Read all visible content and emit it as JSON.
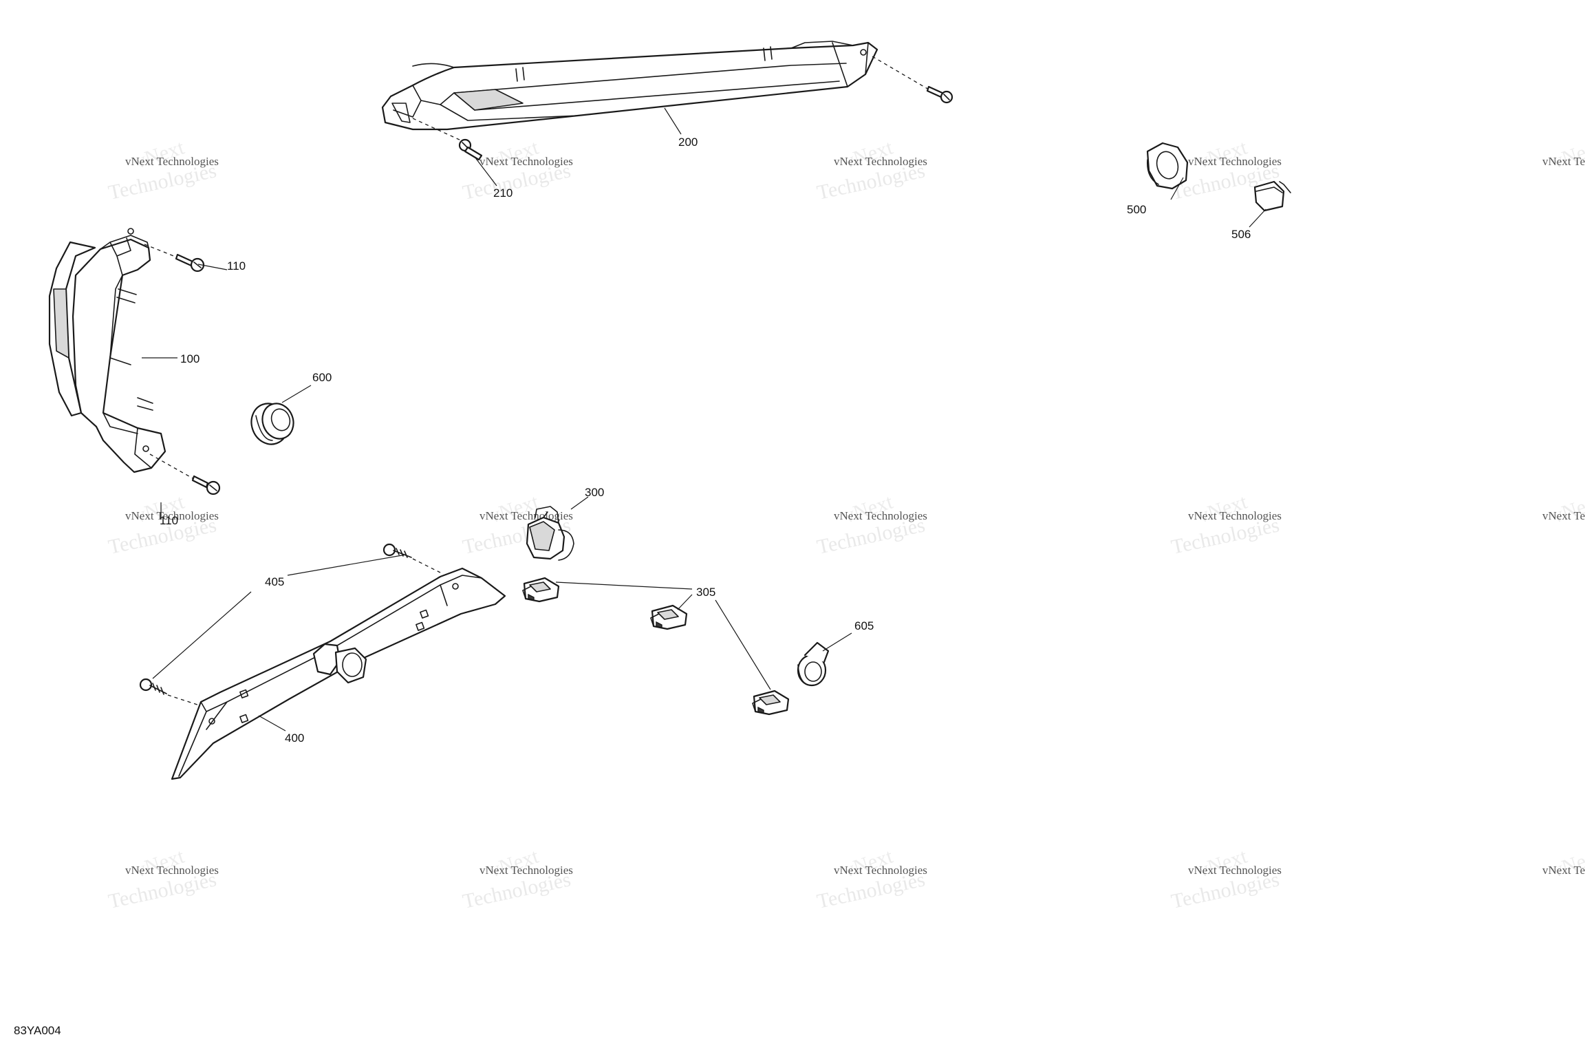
{
  "drawing_code": "83YA004",
  "watermark": {
    "line1": "vNext Technologies",
    "line2": "Technologies",
    "diag": "vNext"
  },
  "callouts": {
    "c100": "100",
    "c110a": "110",
    "c110b": "110",
    "c200": "200",
    "c210": "210",
    "c300": "300",
    "c305": "305",
    "c400": "400",
    "c405": "405",
    "c500": "500",
    "c506": "506",
    "c600": "600",
    "c605": "605"
  }
}
